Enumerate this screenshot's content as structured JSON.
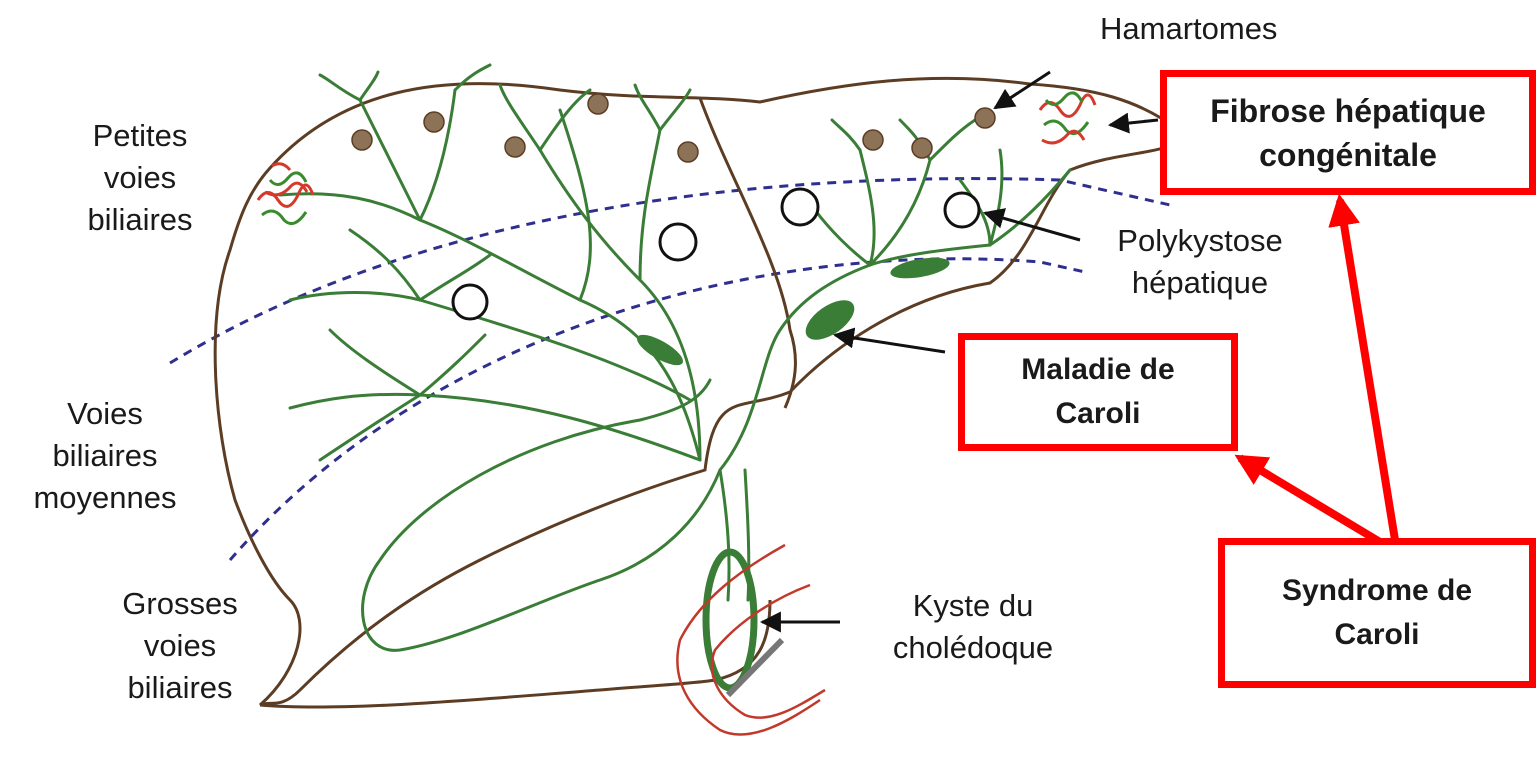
{
  "colors": {
    "outline": "#5c3d24",
    "duct": "#3a7d36",
    "cyst_dot": "#8c7357",
    "dashed": "#2f2f8f",
    "highlight_box": "#ff0000",
    "duodenum": "#c0392b",
    "fibrosis_red": "#d33a2c",
    "fibrosis_green": "#3a8a2e"
  },
  "labels": {
    "hamartomes": "Hamartomes",
    "petites": [
      "Petites",
      "voies",
      "biliaires"
    ],
    "moyennes": [
      "Voies",
      "biliaires",
      "moyennes"
    ],
    "grosses": [
      "Grosses",
      "voies",
      "biliaires"
    ],
    "polykystose": [
      "Polykystose",
      "hépatique"
    ],
    "kyste": [
      "Kyste du",
      "cholédoque"
    ]
  },
  "boxes": {
    "fibrose": [
      "Fibrose hépatique",
      "congénitale"
    ],
    "maladie": [
      "Maladie de",
      "Caroli"
    ],
    "syndrome": [
      "Syndrome de",
      "Caroli"
    ]
  },
  "icons": [
    "arrow-icon",
    "cyst-icon",
    "hamartoma-icon",
    "fibrosis-icon"
  ]
}
